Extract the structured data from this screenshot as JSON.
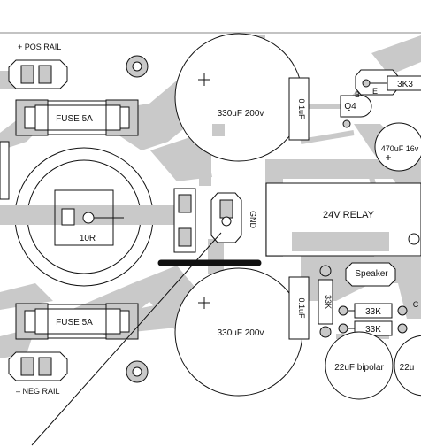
{
  "labels": {
    "pos_rail": "+ POS RAIL",
    "neg_rail": "– NEG RAIL",
    "fuse_top": "FUSE 5A",
    "fuse_bottom": "FUSE 5A",
    "cap_top": "330uF 200v",
    "cap_bottom": "330uF 200v",
    "cap_small_top": "0.1uF",
    "cap_small_bottom": "0.1uF",
    "resistor_10r": "10R",
    "gnd": "GND",
    "relay": "24V RELAY",
    "speaker": "Speaker",
    "res_3k3": "3K3",
    "transistor_q4": "Q4",
    "cap_470": "470uF 16v",
    "res_33k_vert": "33K",
    "res_33k_a": "33K",
    "res_33k_b": "33K",
    "cap_bipolar": "22uF bipolar",
    "cap_bipolar_2": "22u",
    "pin_b": "B",
    "pin_e": "E",
    "pin_c": "C"
  },
  "colors": {
    "trace": "#c9c9c9",
    "outline": "#111111",
    "background": "#ffffff"
  }
}
